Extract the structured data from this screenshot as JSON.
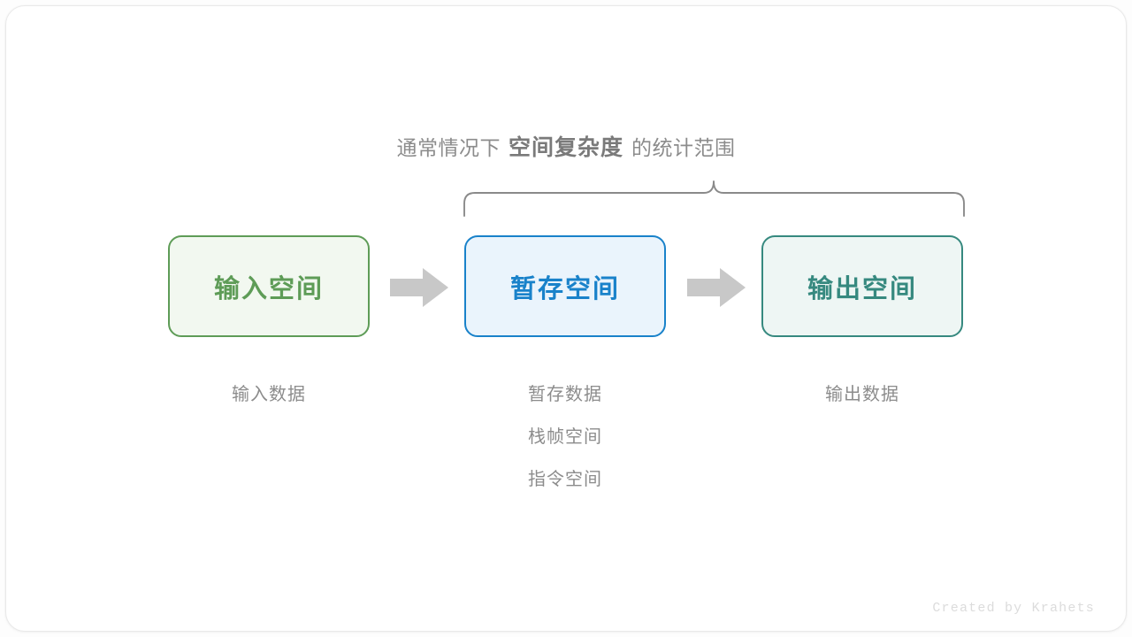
{
  "figure": {
    "heading": {
      "prefix": "通常情况下",
      "emphasis": "空间复杂度",
      "suffix": "的统计范围"
    },
    "brace": {
      "name": "curly-brace",
      "color": "#8a8a8a",
      "covers": [
        "暂存空间",
        "输出空间"
      ]
    },
    "boxes": [
      {
        "id": "input-space",
        "label": "输入空间",
        "border_color": "#5e9c57",
        "fill_color": "#f2f8f0",
        "text_color": "#5e9c57"
      },
      {
        "id": "temp-space",
        "label": "暂存空间",
        "border_color": "#1982ca",
        "fill_color": "#eaf4fc",
        "text_color": "#1982ca"
      },
      {
        "id": "output-space",
        "label": "输出空间",
        "border_color": "#36897f",
        "fill_color": "#eef6f4",
        "text_color": "#36897f"
      }
    ],
    "arrows": [
      {
        "id": "arrow-input-to-temp",
        "icon": "arrow-right-icon",
        "color": "#c8c8c8"
      },
      {
        "id": "arrow-temp-to-output",
        "icon": "arrow-right-icon",
        "color": "#c8c8c8"
      }
    ],
    "captions": [
      {
        "id": "input-captions",
        "lines": [
          "输入数据"
        ]
      },
      {
        "id": "temp-captions",
        "lines": [
          "暂存数据",
          "栈帧空间",
          "指令空间"
        ]
      },
      {
        "id": "output-captions",
        "lines": [
          "输出数据"
        ]
      }
    ],
    "credit": "Created by Krahets"
  }
}
